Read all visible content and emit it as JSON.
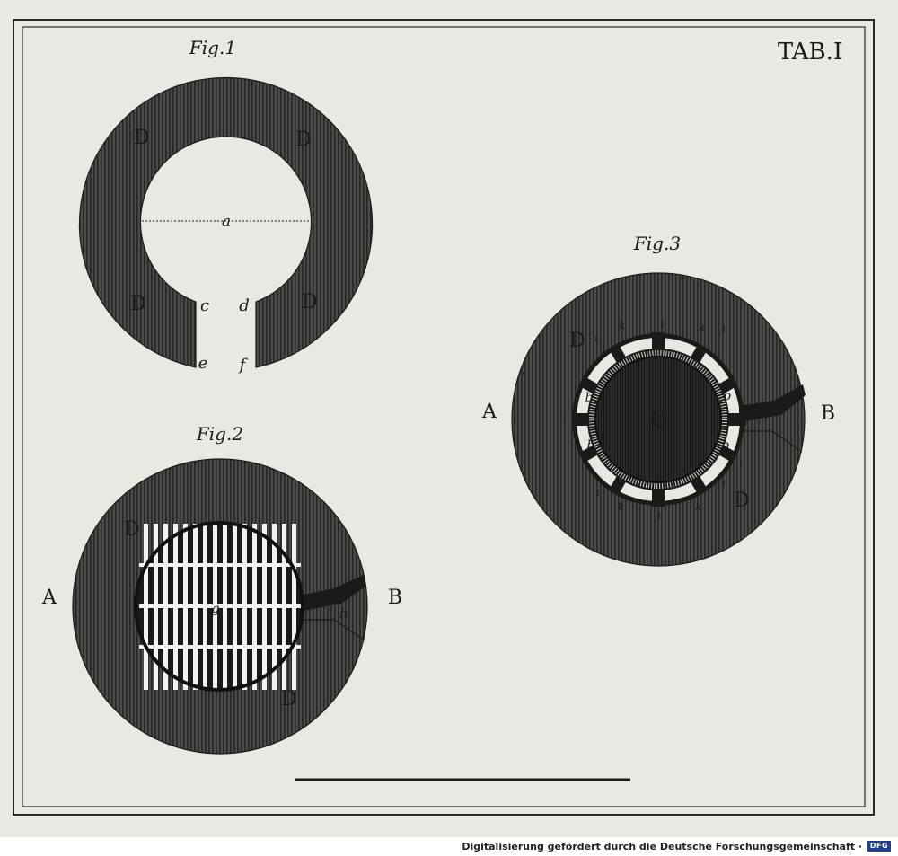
{
  "plate": {
    "title": "TAB.I",
    "fig1": {
      "caption": "Fig.1",
      "labels": {
        "D_tl": "D",
        "D_tr": "D",
        "D_bl": "D",
        "D_br": "D",
        "a": "a",
        "c": "c",
        "d": "d",
        "e": "e",
        "f": "f"
      }
    },
    "fig2": {
      "caption": "Fig.2",
      "labels": {
        "A": "A",
        "B": "B",
        "D_top": "D",
        "D_bot": "D",
        "g": "g",
        "h": "h"
      }
    },
    "fig3": {
      "caption": "Fig.3",
      "labels": {
        "A": "A",
        "B": "B",
        "C": "C",
        "D_top": "D",
        "D_bot": "D",
        "b1": "b",
        "b2": "b",
        "b3": "b",
        "b4": "b",
        "k1": "k",
        "k2": "k",
        "k3": "k",
        "k4": "k",
        "i1": "i",
        "i2": "i",
        "i3": "i",
        "i4": "i",
        "i5": "i",
        "i6": "i",
        "i7": "i",
        "i8": "i"
      }
    }
  },
  "footer": {
    "credit": "Digitalisierung gefördert durch die Deutsche Forschungsgemeinschaft ·",
    "logo": "DFG"
  },
  "colors": {
    "paper": "#e9e8e3",
    "ink": "#1a1a1a",
    "hatch_dark": "#3a3a3a",
    "dfg_blue": "#1f3f8f"
  }
}
